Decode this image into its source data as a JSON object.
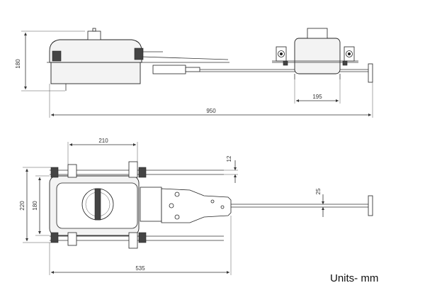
{
  "units_label": "Units- mm",
  "dimensions": {
    "side_height": "180",
    "end_width": "195",
    "overall_length": "950",
    "rail_spacing": "210",
    "rail_thickness": "12",
    "plan_width_outer": "220",
    "plan_width_inner": "180",
    "arm_thickness": "25",
    "plan_length": "535"
  }
}
